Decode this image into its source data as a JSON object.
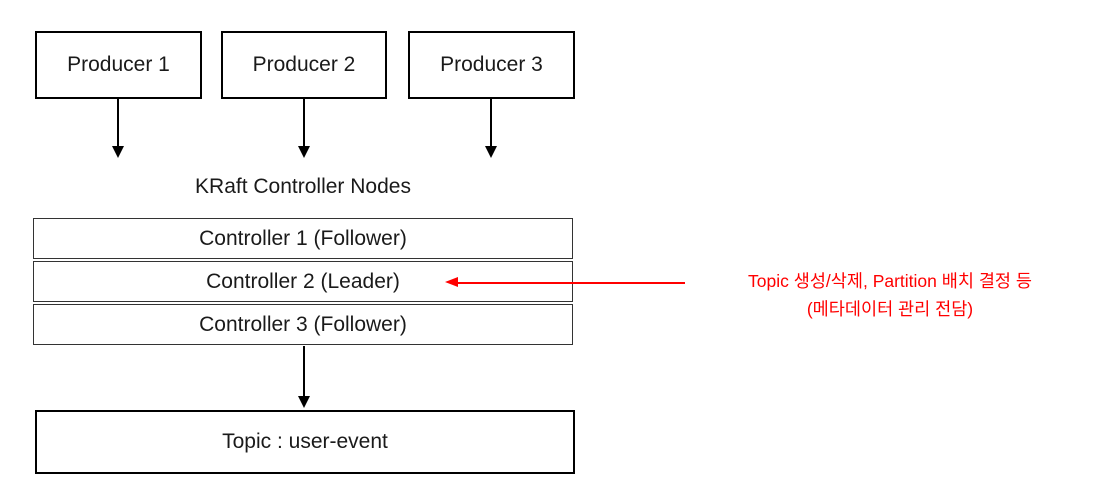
{
  "diagram": {
    "producers": [
      {
        "label": "Producer 1"
      },
      {
        "label": "Producer 2"
      },
      {
        "label": "Producer 3"
      }
    ],
    "controller_group": {
      "title": "KRaft Controller Nodes",
      "nodes": [
        {
          "label": "Controller 1 (Follower)",
          "role": "Follower"
        },
        {
          "label": "Controller 2 (Leader)",
          "role": "Leader"
        },
        {
          "label": "Controller 3 (Follower)",
          "role": "Follower"
        }
      ]
    },
    "annotation": {
      "line1": "Topic 생성/삭제, Partition 배치 결정 등",
      "line2": "(메타데이터 관리 전담)"
    },
    "topic": {
      "label": "Topic : user-event"
    },
    "colors": {
      "line": "#000000",
      "row-line": "#333333",
      "annotation": "#ff0000",
      "background": "#ffffff"
    }
  }
}
